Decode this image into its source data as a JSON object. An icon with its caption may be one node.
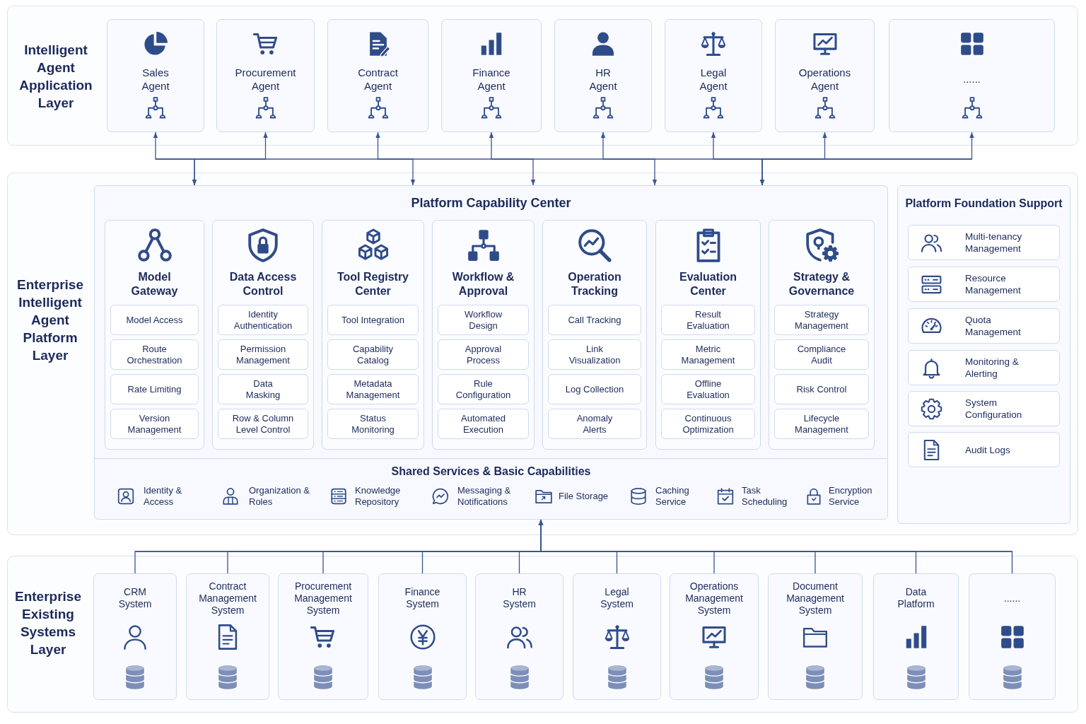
{
  "diagram": {
    "nodes": [
      {
        "text": [
          "Intelligent Agent Application Layer"
        ]
      },
      {
        "text": [
          "Sales Agent"
        ],
        "in": 0
      },
      {
        "text": [
          "Procurement Agent"
        ],
        "in": 0
      },
      {
        "text": [
          "Contract Agent"
        ],
        "in": 0
      },
      {
        "text": [
          "Finance Agent"
        ],
        "in": 0
      },
      {
        "text": [
          "HR Agent"
        ],
        "in": 0
      },
      {
        "text": [
          "Legal Agent"
        ],
        "in": 0
      },
      {
        "text": [
          "Operations Agent"
        ],
        "in": 0
      },
      {
        "text": [
          "......"
        ],
        "in": 0
      },
      {
        "text": [
          "Enterprise Intelligent Agent Platform Layer"
        ]
      },
      {
        "text": [
          "Platform Capability Center"
        ],
        "in": 9
      },
      {
        "text": [
          "Model Gateway"
        ],
        "in": 10
      },
      {
        "text": [
          "Model Access"
        ],
        "in": 11
      },
      {
        "text": [
          "Route Orchestration"
        ],
        "in": 11
      },
      {
        "text": [
          "Rate Limiting"
        ],
        "in": 11
      },
      {
        "text": [
          "Version Management"
        ],
        "in": 11
      },
      {
        "text": [
          "Data Access Control"
        ],
        "in": 10
      },
      {
        "text": [
          "Identity Authentication"
        ],
        "in": 16
      },
      {
        "text": [
          "Permission Management"
        ],
        "in": 16
      },
      {
        "text": [
          "Data Masking"
        ],
        "in": 16
      },
      {
        "text": [
          "Row & Column Level Control"
        ],
        "in": 16
      },
      {
        "text": [
          "Tool Registry Center"
        ],
        "in": 10
      },
      {
        "text": [
          "Tool Integration"
        ],
        "in": 21
      },
      {
        "text": [
          "Capability Catalog"
        ],
        "in": 21
      },
      {
        "text": [
          "Metadata Management"
        ],
        "in": 21
      },
      {
        "text": [
          "Status Monitoring"
        ],
        "in": 21
      },
      {
        "text": [
          "Workflow & Approval"
        ],
        "in": 10
      },
      {
        "text": [
          "Workflow Design"
        ],
        "in": 26
      },
      {
        "text": [
          "Approval Process"
        ],
        "in": 26
      },
      {
        "text": [
          "Rule Configuration"
        ],
        "in": 26
      },
      {
        "text": [
          "Automated Execution"
        ],
        "in": 26
      },
      {
        "text": [
          "Operation Tracking"
        ],
        "in": 10
      },
      {
        "text": [
          "Call Tracking"
        ],
        "in": 31
      },
      {
        "text": [
          "Link Visualization"
        ],
        "in": 31
      },
      {
        "text": [
          "Log Collection"
        ],
        "in": 31
      },
      {
        "text": [
          "Anomaly Alerts"
        ],
        "in": 31
      },
      {
        "text": [
          "Evaluation Center"
        ],
        "in": 10
      },
      {
        "text": [
          "Result Evaluation"
        ],
        "in": 36
      },
      {
        "text": [
          "Metric Management"
        ],
        "in": 36
      },
      {
        "text": [
          "Offline Evaluation"
        ],
        "in": 36
      },
      {
        "text": [
          "Continuous Optimization"
        ],
        "in": 36
      },
      {
        "text": [
          "Strategy & Governance"
        ],
        "in": 10
      },
      {
        "text": [
          "Strategy Management"
        ],
        "in": 41
      },
      {
        "text": [
          "Compliance Audit"
        ],
        "in": 41
      },
      {
        "text": [
          "Risk Control"
        ],
        "in": 41
      },
      {
        "text": [
          "Lifecycle Management"
        ],
        "in": 41
      },
      {
        "text": [
          "Shared Services & Basic Capabilities"
        ],
        "in": 9
      },
      {
        "text": [
          "Platform Foundation Support"
        ],
        "in": 9
      },
      {
        "text": [
          "Multi-tenancy Management"
        ],
        "in": 47
      },
      {
        "text": [
          "Resource Management"
        ],
        "in": 47
      },
      {
        "text": [
          "Quota Management"
        ],
        "in": 47
      },
      {
        "text": [
          "Monitoring & Alerting"
        ],
        "in": 47
      },
      {
        "text": [
          "System Configuration"
        ],
        "in": 47
      },
      {
        "text": [
          "Audit Logs"
        ],
        "in": 47
      },
      {
        "text": [
          "Enterprise Existing Systems Layer"
        ]
      },
      {
        "text": [
          "CRM System"
        ],
        "in": 54
      },
      {
        "text": [
          "Contract Management System"
        ],
        "in": 54
      },
      {
        "text": [
          "Procurement Management System"
        ],
        "in": 54
      },
      {
        "text": [
          "Finance System"
        ],
        "in": 54
      },
      {
        "text": [
          "HR System"
        ],
        "in": 54
      },
      {
        "text": [
          "Legal System"
        ],
        "in": 54
      },
      {
        "text": [
          "Operations Management System"
        ],
        "in": 54
      },
      {
        "text": [
          "Document Management System"
        ],
        "in": 54
      },
      {
        "text": [
          "Data Platform"
        ],
        "in": 54
      },
      {
        "text": [
          "......"
        ],
        "in": 54
      }
    ],
    "edges": [
      {
        "from": 10,
        "to": 1,
        "arrow": "both"
      },
      {
        "from": 10,
        "to": 2,
        "arrow": "both"
      },
      {
        "from": 10,
        "to": 3,
        "arrow": "both"
      },
      {
        "from": 10,
        "to": 4,
        "arrow": "both"
      },
      {
        "from": 10,
        "to": 5,
        "arrow": "both"
      },
      {
        "from": 10,
        "to": 6,
        "arrow": "both"
      },
      {
        "from": 10,
        "to": 7,
        "arrow": "both"
      },
      {
        "from": 10,
        "to": 8,
        "arrow": "both"
      },
      {
        "from": 55,
        "to": 46,
        "arrow": "to"
      },
      {
        "from": 56,
        "to": 46,
        "arrow": "to"
      },
      {
        "from": 57,
        "to": 46,
        "arrow": "to"
      },
      {
        "from": 58,
        "to": 46,
        "arrow": "to"
      },
      {
        "from": 59,
        "to": 46,
        "arrow": "to"
      },
      {
        "from": 60,
        "to": 46,
        "arrow": "to"
      },
      {
        "from": 61,
        "to": 46,
        "arrow": "to"
      },
      {
        "from": 62,
        "to": 46,
        "arrow": "to"
      },
      {
        "from": 63,
        "to": 46,
        "arrow": "to"
      },
      {
        "from": 64,
        "to": 46,
        "arrow": "to"
      }
    ],
    "labels": [
      "Identity & Access",
      "Organization & Roles",
      "Knowledge Repository",
      "Messaging & Notifications",
      "File Storage",
      "Caching Service",
      "Task Scheduling",
      "Encryption Service"
    ]
  }
}
